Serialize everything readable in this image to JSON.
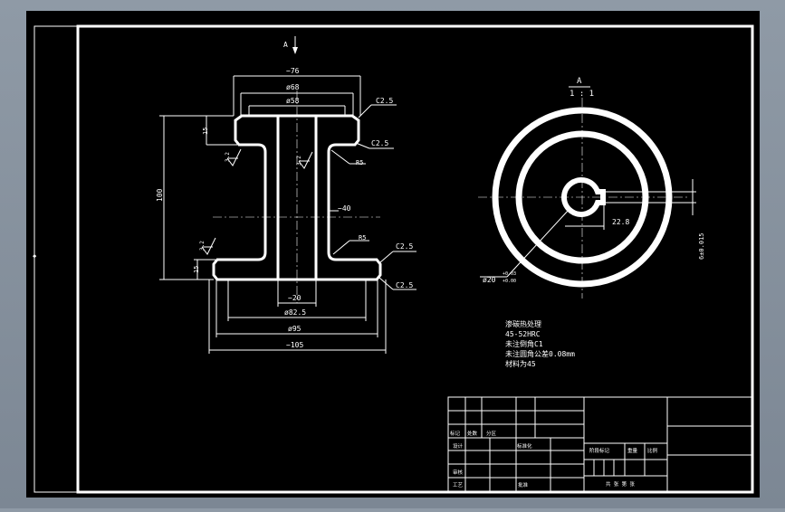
{
  "drawing": {
    "section_marker": "A",
    "view_title": "A",
    "view_scale": "1 : 1",
    "dims": {
      "d76": "−76",
      "d68": "ø68",
      "d58": "ø58",
      "d40": "−40",
      "d20": "−20",
      "d82": "ø82.5",
      "d95": "ø95",
      "d105": "−105",
      "h100": "100",
      "t15a": "15",
      "t15b": "15",
      "c1": "C2.5",
      "c2": "C2.5",
      "c3": "C2.5",
      "c4": "C2.5",
      "r1": "R5",
      "r2": "R5",
      "rough1": "3.2",
      "rough2": "3.2",
      "rough3": "3.2",
      "key_w": "22.8",
      "key_h": "6±0.015",
      "bore": "ø20",
      "bore_tol_up": "+0.03",
      "bore_tol_lo": "+0.00"
    },
    "notes": [
      "渗碳热处理",
      "45-52HRC",
      "未注倒角C1",
      "未注圆角公差0.08mm",
      "材料为45"
    ],
    "title_block": {
      "lbl_mark": "标记",
      "lbl_count": "处数",
      "lbl_zone": "分区",
      "lbl_design": "设计",
      "lbl_std": "标准化",
      "lbl_stage": "阶段标记",
      "lbl_weight": "重量",
      "lbl_scale": "比例",
      "lbl_check": "审核",
      "lbl_process": "工艺",
      "lbl_approve": "批准",
      "lbl_sheets": "共 张 第 张"
    },
    "border_mark": "◆"
  }
}
